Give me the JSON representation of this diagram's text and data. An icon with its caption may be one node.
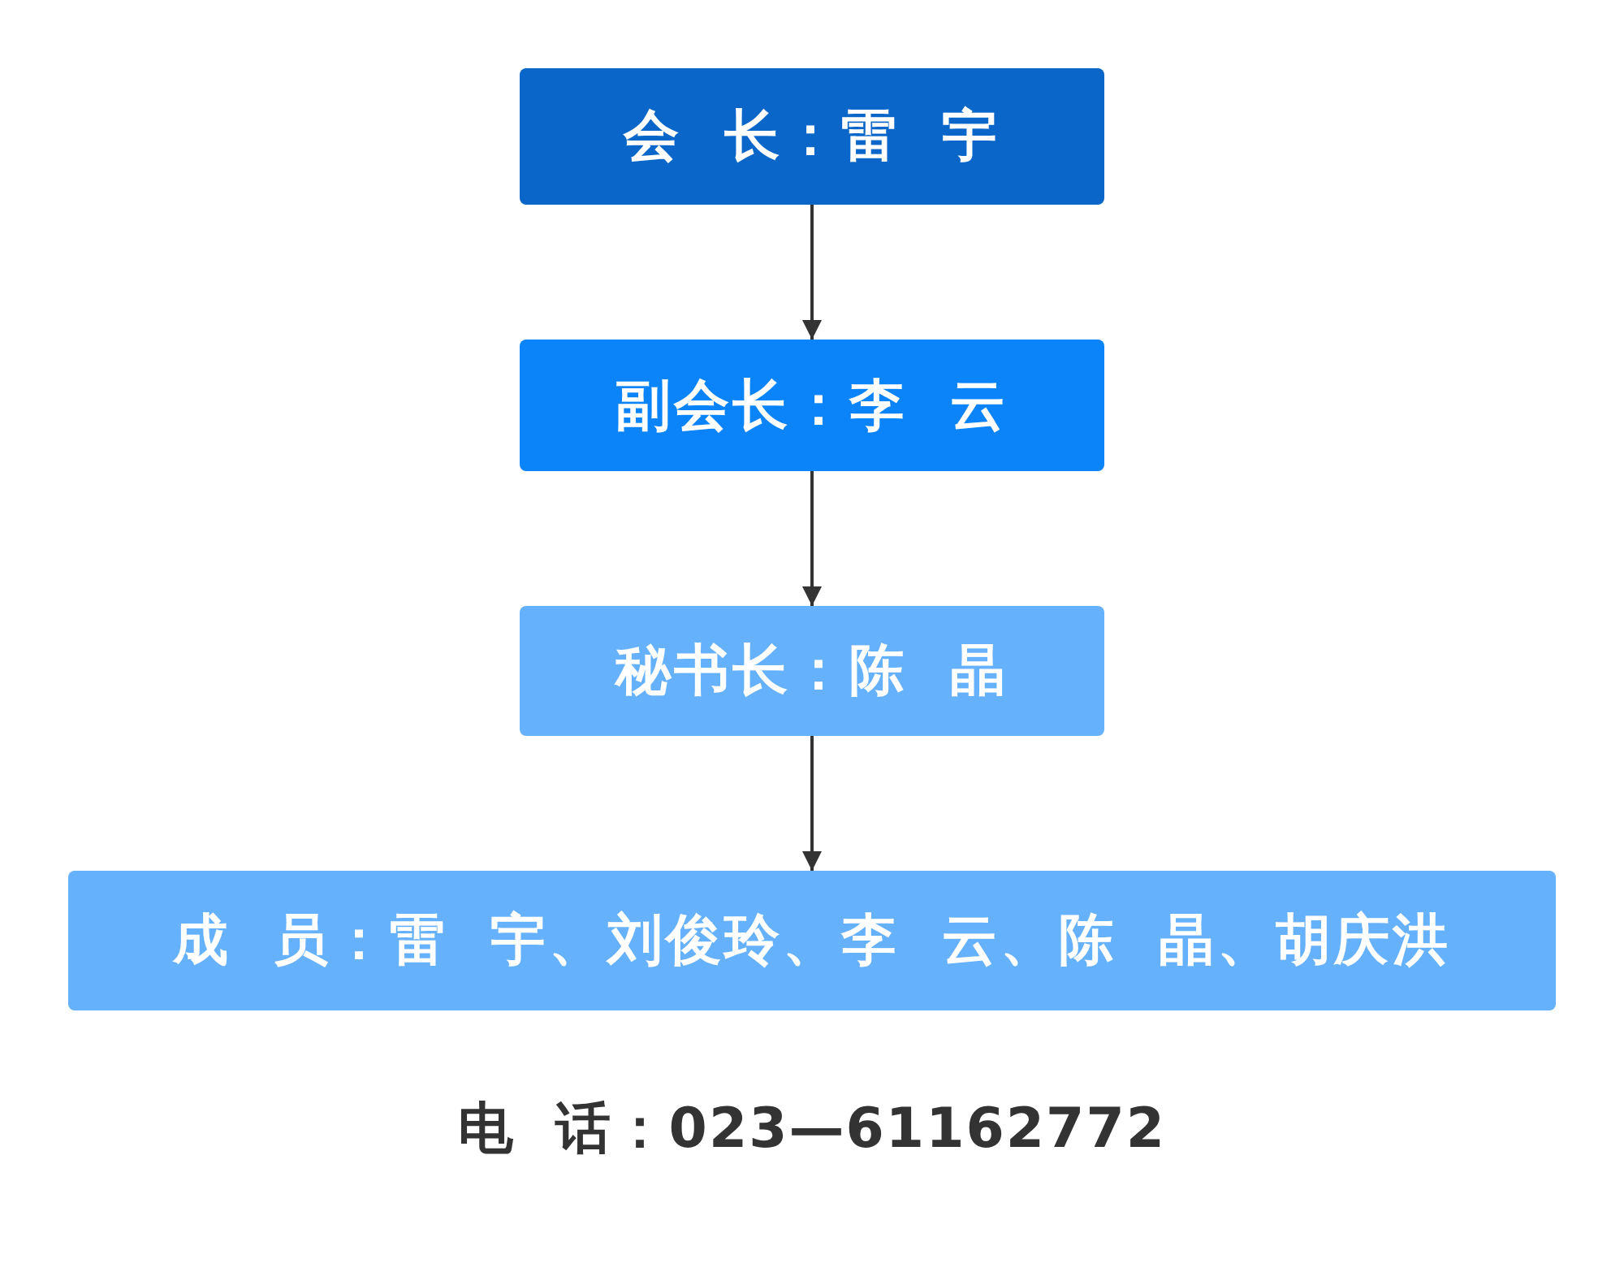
{
  "diagram": {
    "nodes": [
      {
        "text": [
          "会 长：雷 宇"
        ]
      },
      {
        "text": [
          "副会长：李 云"
        ]
      },
      {
        "text": [
          "秘书长：陈 晶"
        ]
      },
      {
        "text": [
          "成 员：雷 宇、刘俊玲、李 云、陈 晶、胡庆洪"
        ]
      }
    ],
    "edges": [
      {
        "from": 0,
        "to": 1,
        "arrow": "to"
      },
      {
        "from": 1,
        "to": 2,
        "arrow": "to"
      },
      {
        "from": 2,
        "to": 3,
        "arrow": "to"
      }
    ],
    "labels": [
      "电 话：023—61162772"
    ]
  }
}
